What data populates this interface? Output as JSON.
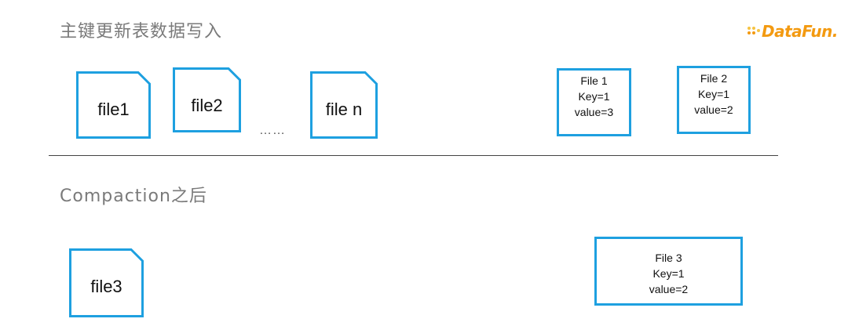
{
  "header": {
    "title": "主键更新表数据写入",
    "logo_text": "DataFun."
  },
  "before": {
    "files": [
      "file1",
      "file2",
      "file n"
    ],
    "ellipsis": "……",
    "records": [
      {
        "lines": [
          "File 1",
          "Key=1",
          "value=3"
        ]
      },
      {
        "lines": [
          "File 2",
          "Key=1",
          "value=2"
        ]
      }
    ]
  },
  "after": {
    "title": "Compaction之后",
    "file": "file3",
    "record": {
      "lines": [
        "File 3",
        "Key=1",
        "value=2"
      ]
    }
  },
  "colors": {
    "border": "#1ea0e0",
    "heading": "#7a7a7a",
    "logo": "#f39a11"
  }
}
